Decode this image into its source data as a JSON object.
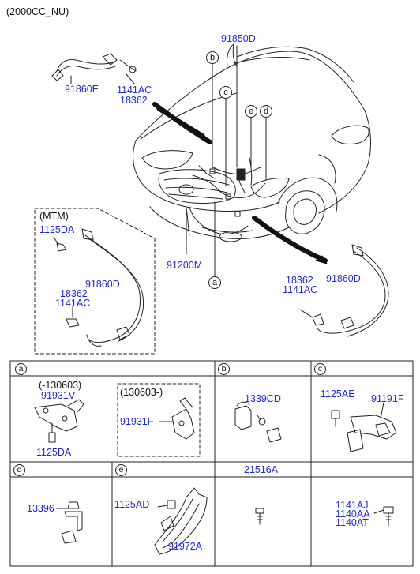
{
  "header": {
    "variant": "(2000CC_NU)"
  },
  "callouts": [
    "a",
    "b",
    "c",
    "d",
    "e"
  ],
  "main_parts": {
    "p91850D": "91850D",
    "p91860E": "91860E",
    "p1141AC_top": "1141AC",
    "p18362_top": "18362",
    "p91200M": "91200M",
    "p18362_right": "18362",
    "p1141AC_right": "1141AC",
    "p91860D_right": "91860D"
  },
  "mtm_box": {
    "label": "(MTM)",
    "p1125DA": "1125DA",
    "p91860D": "91860D",
    "p18362": "18362",
    "p1141AC": "1141AC"
  },
  "table": {
    "headers": [
      "a",
      "b",
      "c",
      "d",
      "e"
    ],
    "extra_header": "21516A",
    "cell_a": {
      "range1": "(-130603)",
      "p91931V": "91931V",
      "p1125DA": "1125DA",
      "range2": "(130603-)",
      "p91931F": "91931F"
    },
    "cell_b": {
      "p1339CD": "1339CD"
    },
    "cell_c": {
      "p1125AE": "1125AE",
      "p91191F": "91191F"
    },
    "cell_d": {
      "p13396": "13396"
    },
    "cell_e": {
      "p1125AD": "1125AD",
      "p91972A": "91972A"
    },
    "cell_f": {
      "p1141AJ": "1141AJ",
      "p1140AA": "1140AA",
      "p1140AT": "1140AT"
    }
  },
  "colors": {
    "part_number": "#1f2ad6",
    "lines": "#222222"
  }
}
